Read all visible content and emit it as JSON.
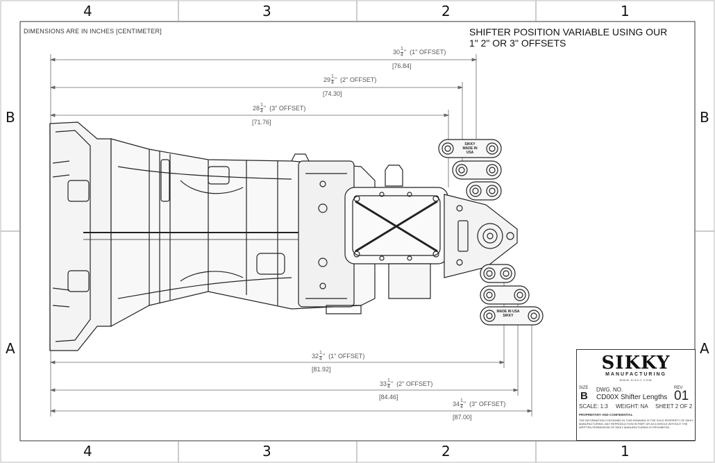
{
  "zones": {
    "top": [
      "4",
      "3",
      "2",
      "1"
    ],
    "bottom": [
      "4",
      "3",
      "2",
      "1"
    ],
    "left": [
      "B",
      "A"
    ],
    "right": [
      "B",
      "A"
    ]
  },
  "notes": {
    "units": "DIMENSIONS ARE IN INCHES [CENTIMETER]",
    "shifter_line1": "SHIFTER POSITION VARIABLE USING OUR",
    "shifter_line2": "1\"  2\"  OR  3\"  OFFSETS"
  },
  "dimensions": {
    "top": [
      {
        "whole": "30",
        "num": "1",
        "den": "4",
        "unit": "\"",
        "offset": "(1\" OFFSET)",
        "cm": "[76.84]"
      },
      {
        "whole": "29",
        "num": "1",
        "den": "4",
        "unit": "\"",
        "offset": "(2\" OFFSET)",
        "cm": "[74.30]"
      },
      {
        "whole": "28",
        "num": "1",
        "den": "4",
        "unit": "\"",
        "offset": "(3\" OFFSET)",
        "cm": "[71.76]"
      }
    ],
    "bottom": [
      {
        "whole": "32",
        "num": "1",
        "den": "4",
        "unit": "\"",
        "offset": "(1\" OFFSET)",
        "cm": "[81.92]"
      },
      {
        "whole": "33",
        "num": "1",
        "den": "4",
        "unit": "\"",
        "offset": "(2\" OFFSET)",
        "cm": "[84.46]"
      },
      {
        "whole": "34",
        "num": "1",
        "den": "4",
        "unit": "\"",
        "offset": "(3\" OFFSET)",
        "cm": "[87.00]"
      }
    ]
  },
  "part_marks": {
    "brand": "SIKKY",
    "made": "MADE IN USA"
  },
  "title_block": {
    "logo": "SIKKY",
    "logo_sub": "MANUFACTURING",
    "website": "WWW.SIKKY.COM",
    "size_label": "SIZE",
    "size_value": "B",
    "dwg_label": "DWG.  NO.",
    "dwg_value": "CD00X Shifter Lengths",
    "rev_label": "REV",
    "rev_value": "01",
    "scale": "SCALE: 1:3",
    "weight": "WEIGHT: NA",
    "sheet": "SHEET 2 OF 2",
    "prop_title": "PROPRIETARY AND CONFIDENTIAL",
    "prop_text": "THE INFORMATION CONTAINED IN THIS DRAWING IS THE SOLE PROPERTY OF SIKKY MANUFACTURING. ANY REPRODUCTION IN PART OR AS A WHOLE WITHOUT THE WRITTEN PERMISSION OF SIKKY MANUFACTURING IS PROHIBITED."
  }
}
